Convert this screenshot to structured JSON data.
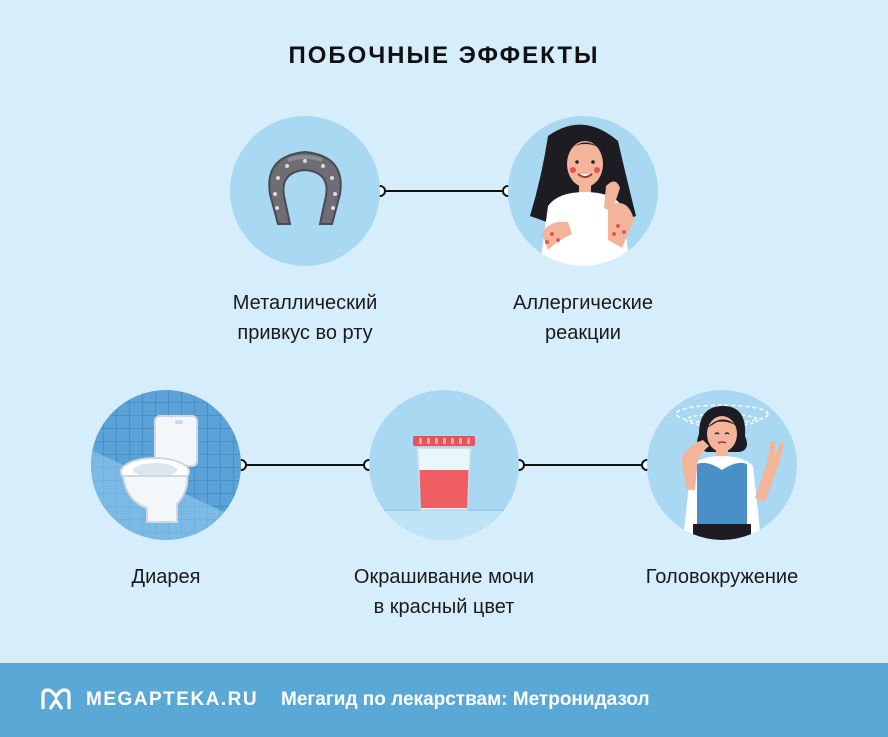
{
  "title": "ПОБОЧНЫЕ ЭФФЕКТЫ",
  "effects": [
    {
      "label_line1": "Металлический",
      "label_line2": "привкус во рту",
      "icon": "horseshoe-icon"
    },
    {
      "label_line1": "Аллергические",
      "label_line2": "реакции",
      "icon": "allergy-woman-icon"
    },
    {
      "label_line1": "Диарея",
      "label_line2": "",
      "icon": "toilet-icon"
    },
    {
      "label_line1": "Окрашивание мочи",
      "label_line2": "в красный цвет",
      "icon": "urine-container-icon"
    },
    {
      "label_line1": "Головокружение",
      "label_line2": "",
      "icon": "dizzy-woman-icon"
    }
  ],
  "footer": {
    "brand": "MEGAPTEKA.RU",
    "tagline": "Мегагид по лекарствам: Метронидазол"
  },
  "colors": {
    "background": "#d6edfb",
    "circle": "#a9d8f3",
    "footer": "#5aa8d6",
    "urine": "#ee5e63"
  }
}
